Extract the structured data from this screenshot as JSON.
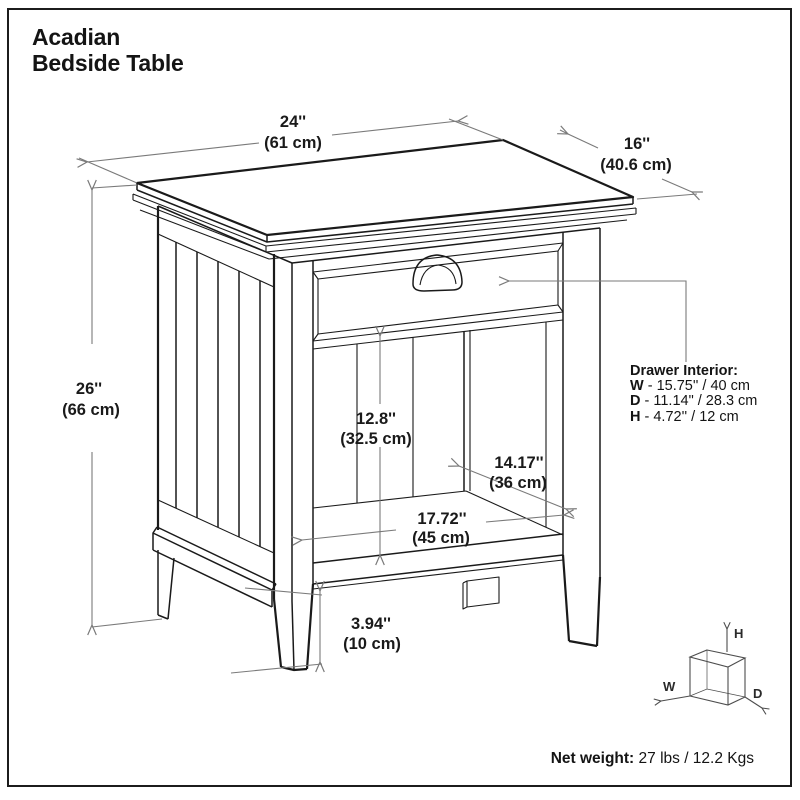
{
  "product": {
    "title_line1": "Acadian",
    "title_line2": "Bedside Table"
  },
  "dims": {
    "width_in": "24''",
    "width_cm": "(61 cm)",
    "depth_in": "16''",
    "depth_cm": "(40.6 cm)",
    "height_in": "26''",
    "height_cm": "(66 cm)",
    "opening_height_in": "12.8''",
    "opening_height_cm": "(32.5 cm)",
    "shelf_depth_in": "14.17''",
    "shelf_depth_cm": "(36 cm)",
    "shelf_width_in": "17.72''",
    "shelf_width_cm": "(45 cm)",
    "leg_height_in": "3.94''",
    "leg_height_cm": "(10 cm)"
  },
  "drawer_interior": {
    "title": "Drawer Interior:",
    "rows": [
      {
        "label": "W",
        "value": " - 15.75'' / 40 cm"
      },
      {
        "label": "D",
        "value": " - 11.14\" / 28.3 cm"
      },
      {
        "label": "H",
        "value": " - 4.72'' / 12 cm"
      }
    ]
  },
  "axis_cube": {
    "width_label": "W",
    "depth_label": "D",
    "height_label": "H"
  },
  "footer": {
    "net_weight_label": "Net weight:",
    "net_weight_value": "27 lbs / 12.2 Kgs"
  },
  "colors": {
    "outline": "#1a1a1a",
    "dimension_line": "#7a7a7a",
    "text": "#141414",
    "background": "#ffffff"
  }
}
